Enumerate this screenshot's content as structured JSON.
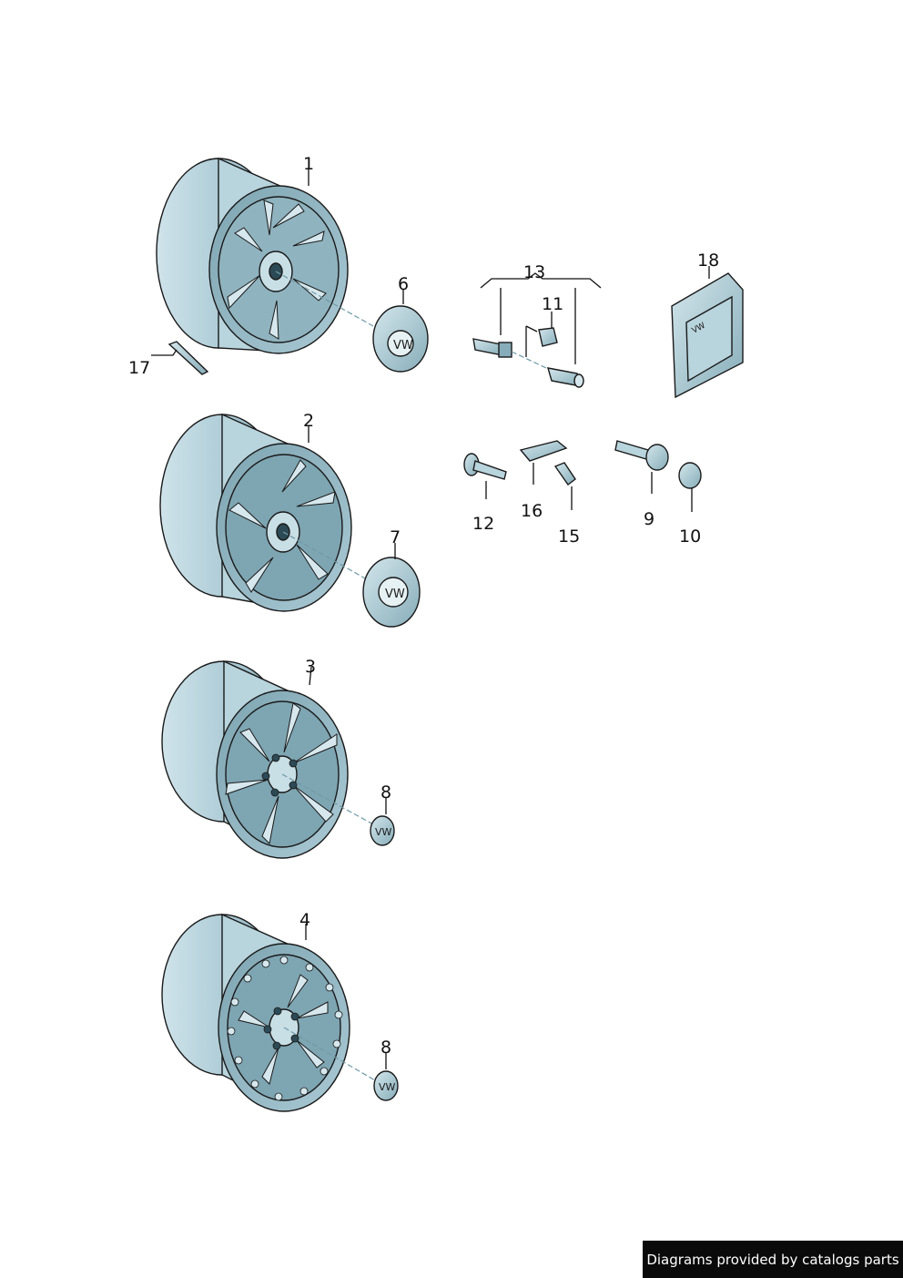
{
  "callouts": {
    "c1": "1",
    "c2": "2",
    "c3": "3",
    "c4": "4",
    "c6": "6",
    "c7": "7",
    "c8a": "8",
    "c8b": "8",
    "c9": "9",
    "c10": "10",
    "c11": "11",
    "c12": "12",
    "c13": "13",
    "c15": "15",
    "c16": "16",
    "c17": "17",
    "c18": "18"
  },
  "watermark": "Diagrams provided by catalogs parts",
  "colors": {
    "part_fill": "#a9c9d4",
    "part_light": "#d4e6ec",
    "part_dark": "#6f97a5",
    "outline": "#1a1a1a"
  }
}
